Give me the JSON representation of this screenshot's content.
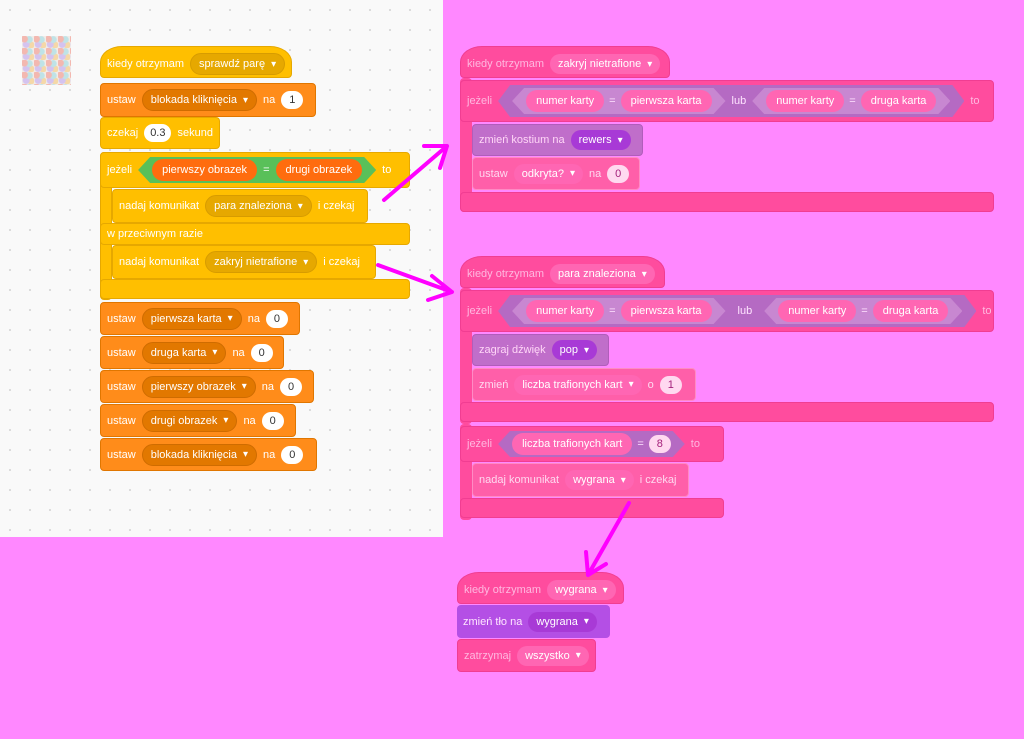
{
  "left_script": {
    "hat": {
      "label": "kiedy otrzymam",
      "message": "sprawdź parę"
    },
    "set_lock": {
      "label": "ustaw",
      "var": "blokada kliknięcia",
      "to": "na",
      "value": "1"
    },
    "wait": {
      "label": "czekaj",
      "value": "0.3",
      "unit": "sekund"
    },
    "if": {
      "label": "jeżeli",
      "left": "pierwszy obrazek",
      "op": "=",
      "right": "drugi obrazek",
      "then": "to"
    },
    "broadcast_pair": {
      "label": "nadaj komunikat",
      "message": "para znaleziona",
      "suffix": "i czekaj"
    },
    "else": {
      "label": "w przeciwnym razie"
    },
    "broadcast_hide": {
      "label": "nadaj komunikat",
      "message": "zakryj nietrafione",
      "suffix": "i czekaj"
    },
    "resets": [
      {
        "label": "ustaw",
        "var": "pierwsza karta",
        "to": "na",
        "value": "0"
      },
      {
        "label": "ustaw",
        "var": "druga karta",
        "to": "na",
        "value": "0"
      },
      {
        "label": "ustaw",
        "var": "pierwszy obrazek",
        "to": "na",
        "value": "0"
      },
      {
        "label": "ustaw",
        "var": "drugi obrazek",
        "to": "na",
        "value": "0"
      },
      {
        "label": "ustaw",
        "var": "blokada kliknięcia",
        "to": "na",
        "value": "0"
      }
    ]
  },
  "script_hide": {
    "hat": {
      "label": "kiedy otrzymam",
      "message": "zakryj nietrafione"
    },
    "if": {
      "label": "jeżeli",
      "a1": "numer karty",
      "op1": "=",
      "b1": "pierwsza karta",
      "or": "lub",
      "a2": "numer karty",
      "op2": "=",
      "b2": "druga karta",
      "then": "to"
    },
    "costume": {
      "label": "zmień kostium na",
      "value": "rewers"
    },
    "set": {
      "label": "ustaw",
      "var": "odkryta?",
      "to": "na",
      "value": "0"
    }
  },
  "script_pair": {
    "hat": {
      "label": "kiedy otrzymam",
      "message": "para znaleziona"
    },
    "if": {
      "label": "jeżeli",
      "a1": "numer karty",
      "op1": "=",
      "b1": "pierwsza karta",
      "or": "lub",
      "a2": "numer karty",
      "op2": "=",
      "b2": "druga karta",
      "then": "to"
    },
    "sound": {
      "label": "zagraj dźwięk",
      "value": "pop"
    },
    "change": {
      "label": "zmień",
      "var": "liczba trafionych kart",
      "by": "o",
      "value": "1"
    },
    "if2": {
      "label": "jeżeli",
      "var": "liczba trafionych kart",
      "op": "=",
      "value": "8",
      "then": "to"
    },
    "broadcast": {
      "label": "nadaj komunikat",
      "message": "wygrana",
      "suffix": "i czekaj"
    }
  },
  "script_win": {
    "hat": {
      "label": "kiedy otrzymam",
      "message": "wygrana"
    },
    "backdrop": {
      "label": "zmień tło na",
      "value": "wygrana"
    },
    "stop": {
      "label": "zatrzymaj",
      "value": "wszystko"
    }
  },
  "colors": {
    "background": "#ff88ff",
    "arrow": "#ff00ff",
    "events": "#ffbf00",
    "control": "#ffab19",
    "variables": "#ff8c1a",
    "operators": "#59c059",
    "looks": "#9966ff"
  }
}
